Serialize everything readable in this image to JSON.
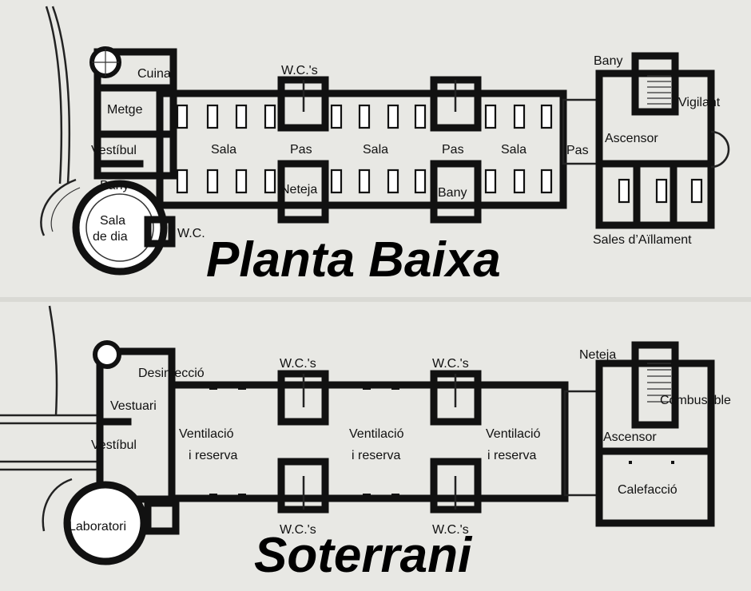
{
  "titles": {
    "ground_floor": "Planta Baixa",
    "basement": "Soterrani"
  },
  "ground_floor_rooms": {
    "cuina": "Cuina",
    "metge": "Metge",
    "vestibul": "Vestíbul",
    "bany_left": "Bany",
    "sala_de_dia_line1": "Sala",
    "sala_de_dia_line2": "de dia",
    "wc_left": "W.C.",
    "wcs_top": "W.C.'s",
    "sala_1": "Sala",
    "pas_1": "Pas",
    "neteja": "Neteja",
    "sala_2": "Sala",
    "pas_2": "Pas",
    "bany_mid": "Bany",
    "sala_3": "Sala",
    "pas_3": "Pas",
    "bany_right": "Bany",
    "vigilant": "Vigilant",
    "ascensor": "Ascensor",
    "sales_aillament": "Sales d’Aïllament"
  },
  "basement_rooms": {
    "desinfeccio": "Desinfecció",
    "vestuari": "Vestuari",
    "vestibul": "Vestíbul",
    "laboratori": "Laboratori",
    "wcs_top_1": "W.C.'s",
    "wcs_top_2": "W.C.'s",
    "wcs_bottom_1": "W.C.'s",
    "wcs_bottom_2": "W.C.'s",
    "ventilacio_1_line1": "Ventilació",
    "ventilacio_1_line2": "i reserva",
    "ventilacio_2_line1": "Ventilació",
    "ventilacio_2_line2": "i reserva",
    "ventilacio_3_line1": "Ventilació",
    "ventilacio_3_line2": "i reserva",
    "neteja": "Neteja",
    "combustible": "Combustible",
    "ascensor": "Ascensor",
    "calefaccio": "Calefacció"
  }
}
